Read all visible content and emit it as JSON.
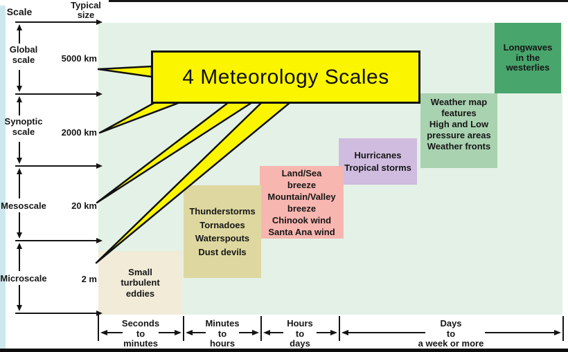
{
  "callout": {
    "title": "4 Meteorology Scales",
    "color": "#fbf500"
  },
  "left_axis": {
    "title": "Scale",
    "typical_size_header": [
      "Typical",
      "size"
    ],
    "bands": [
      {
        "label_lines": [
          "Global",
          "scale"
        ],
        "typical_size": "5000 km"
      },
      {
        "label_lines": [
          "Synoptic",
          "scale"
        ],
        "typical_size": "2000 km"
      },
      {
        "label_lines": [
          "Mesoscale"
        ],
        "typical_size": "20 km"
      },
      {
        "label_lines": [
          "Microscale"
        ],
        "typical_size": "2 m"
      }
    ]
  },
  "time_axis": {
    "segments": [
      {
        "lines": [
          "Seconds",
          "to",
          "minutes"
        ]
      },
      {
        "lines": [
          "Minutes",
          "to",
          "hours"
        ]
      },
      {
        "lines": [
          "Hours",
          "to",
          "days"
        ]
      },
      {
        "lines": [
          "Days",
          "to",
          "a week or more"
        ]
      }
    ]
  },
  "phenomena": [
    {
      "color": "#f1ebd8",
      "lines": [
        "Small",
        "turbulent",
        "eddies"
      ]
    },
    {
      "color": "#ded8a0",
      "lines": [
        "Thunderstorms",
        "Tornadoes",
        "Waterspouts",
        "Dust devils"
      ]
    },
    {
      "color": "#f8b6b0",
      "lines": [
        "Land/Sea",
        "breeze",
        "Mountain/Valley",
        "breeze",
        "Chinook wind",
        "Santa Ana wind"
      ]
    },
    {
      "color": "#cfbcdf",
      "lines": [
        "Hurricanes",
        "Tropical storms"
      ]
    },
    {
      "color": "#a9d2b1",
      "lines": [
        "Weather map",
        "features",
        "High and Low",
        "pressure areas",
        "Weather fronts"
      ]
    },
    {
      "color": "#48a56c",
      "lines": [
        "Longwaves",
        "in the",
        "westerlies"
      ]
    }
  ]
}
